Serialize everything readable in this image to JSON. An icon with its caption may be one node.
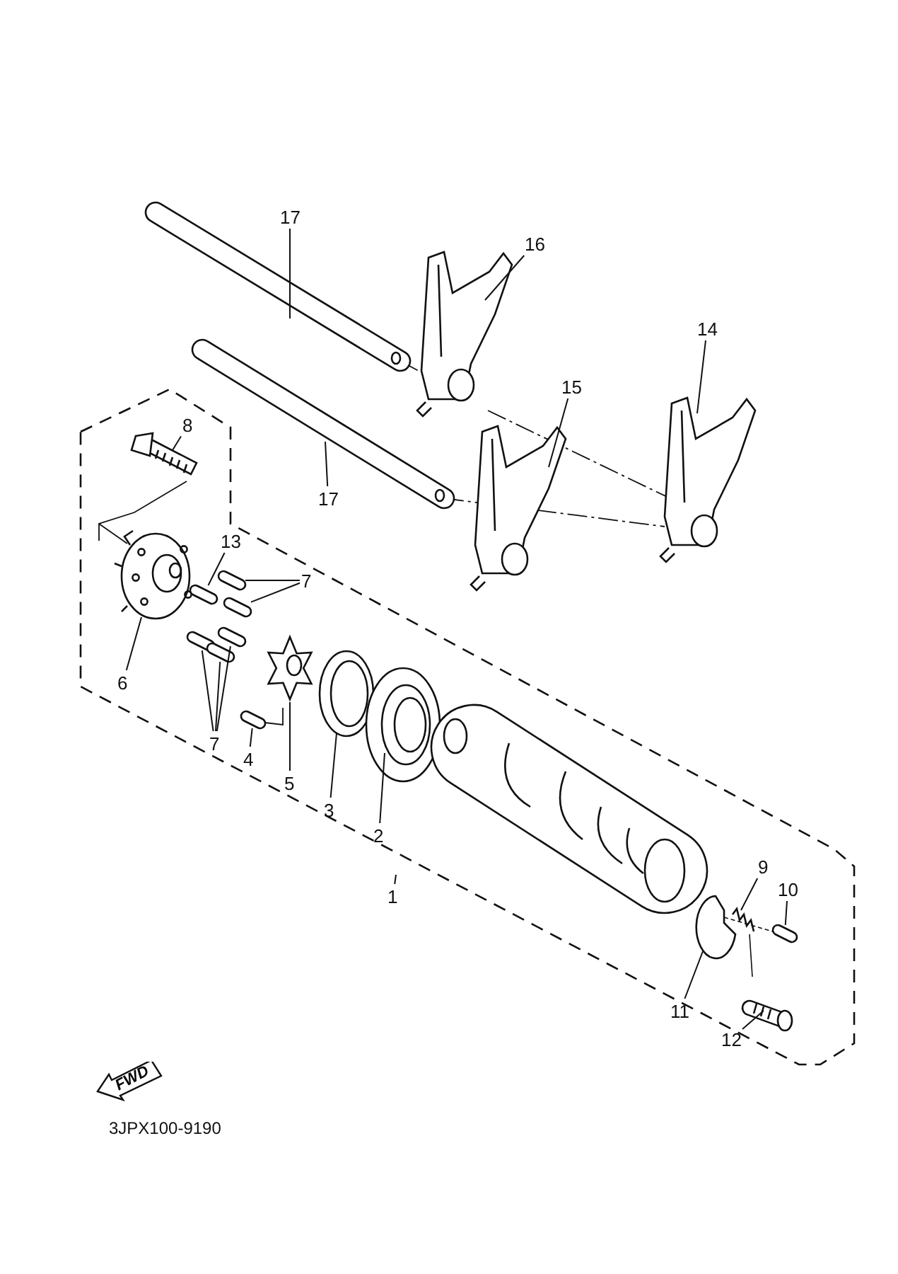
{
  "diagram": {
    "nodes": [
      {
        "text": [
          "17"
        ]
      },
      {
        "text": [
          "16"
        ]
      },
      {
        "text": [
          "14"
        ]
      },
      {
        "text": [
          "15"
        ]
      },
      {
        "text": [
          "8"
        ]
      },
      {
        "text": [
          "17"
        ]
      },
      {
        "text": [
          "13"
        ]
      },
      {
        "text": [
          "7"
        ]
      },
      {
        "text": [
          "6"
        ]
      },
      {
        "text": [
          "7"
        ]
      },
      {
        "text": [
          "4"
        ]
      },
      {
        "text": [
          "5"
        ]
      },
      {
        "text": [
          "3"
        ]
      },
      {
        "text": [
          "2"
        ]
      },
      {
        "text": [
          "1"
        ]
      },
      {
        "text": [
          "9"
        ]
      },
      {
        "text": [
          "10"
        ]
      },
      {
        "text": [
          "11"
        ]
      },
      {
        "text": [
          "12"
        ]
      },
      {
        "text": [
          "FWD"
        ]
      },
      {
        "text": [],
        "shape": "cylinder"
      },
      {
        "text": [],
        "shape": "cylinder"
      },
      {
        "text": [],
        "shape": "cylinder"
      },
      {
        "text": [],
        "shape": "cylinder"
      },
      {
        "text": [],
        "shape": "cylinder"
      },
      {
        "text": [],
        "shape": "cylinder"
      },
      {
        "text": [],
        "shape": "cylinder"
      },
      {
        "text": [],
        "shape": "cylinder"
      }
    ],
    "edges": [
      {
        "from": 0,
        "to": null,
        "arrow": "none"
      },
      {
        "from": 1,
        "to": null,
        "arrow": "none"
      },
      {
        "from": 2,
        "to": null,
        "arrow": "none"
      },
      {
        "from": 3,
        "to": null,
        "arrow": "none"
      },
      {
        "from": 4,
        "to": null,
        "arrow": "none"
      },
      {
        "from": 5,
        "to": null,
        "arrow": "none"
      },
      {
        "from": 6,
        "to": 21,
        "arrow": "none"
      },
      {
        "from": 7,
        "to": 20,
        "arrow": "none"
      },
      {
        "from": 7,
        "to": 22,
        "arrow": "none"
      },
      {
        "from": 8,
        "to": null,
        "arrow": "none"
      },
      {
        "from": 9,
        "to": 24,
        "arrow": "none"
      },
      {
        "from": 9,
        "to": 25,
        "arrow": "none"
      },
      {
        "from": 9,
        "to": 23,
        "arrow": "none"
      },
      {
        "from": 10,
        "to": 26,
        "arrow": "none"
      },
      {
        "from": 11,
        "to": null,
        "arrow": "none"
      },
      {
        "from": 12,
        "to": null,
        "arrow": "none"
      },
      {
        "from": 13,
        "to": null,
        "arrow": "none"
      },
      {
        "from": 14,
        "to": null,
        "arrow": "none"
      },
      {
        "from": 15,
        "to": null,
        "arrow": "none"
      },
      {
        "from": 16,
        "to": 27,
        "arrow": "none"
      },
      {
        "from": 17,
        "to": null,
        "arrow": "none"
      },
      {
        "from": 18,
        "to": null,
        "arrow": "none"
      }
    ],
    "labels": [
      "3JPX100-9190"
    ]
  }
}
